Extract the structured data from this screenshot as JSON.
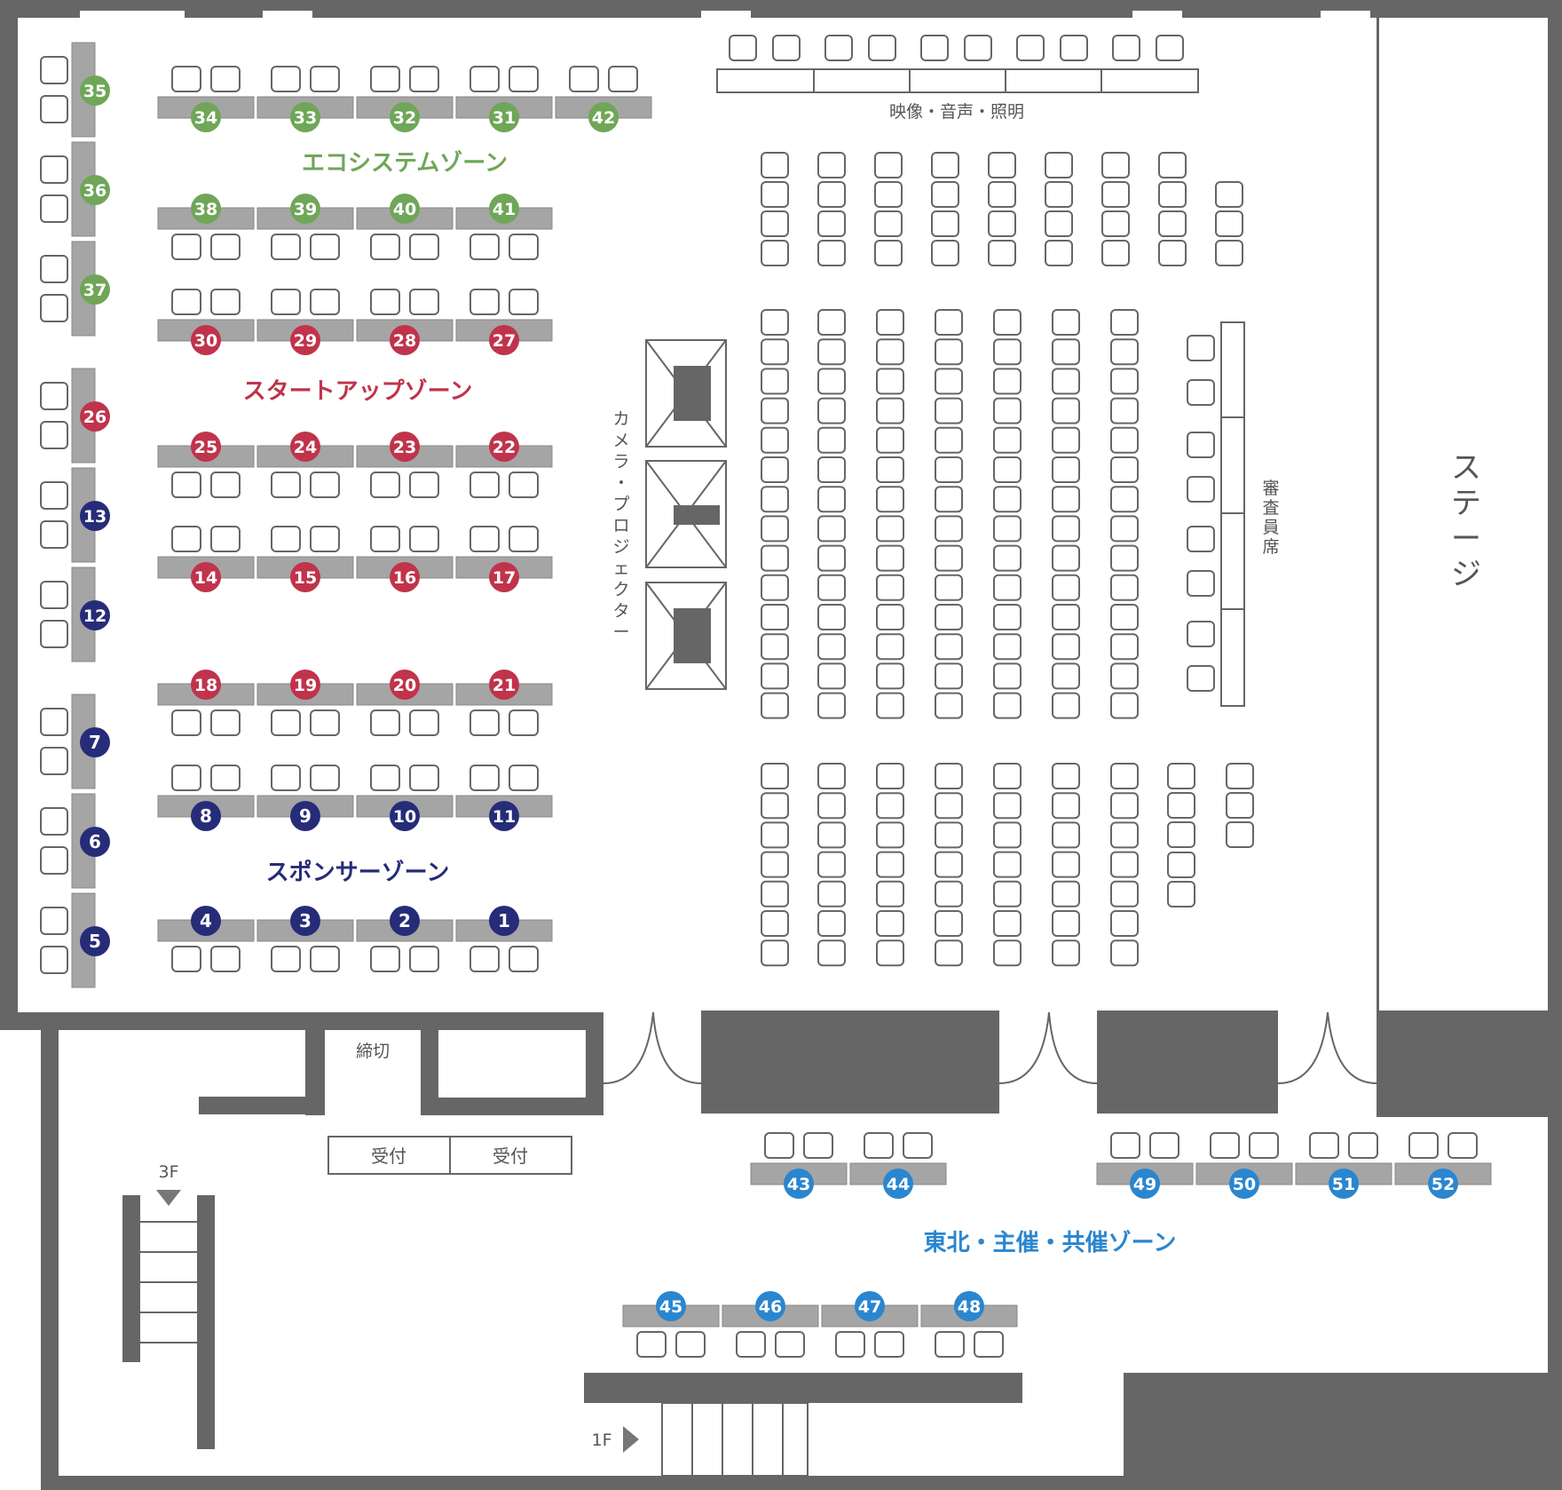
{
  "colors": {
    "wall": "#666666",
    "desk": "#a5a5a5",
    "chair_stroke": "#666666",
    "ecosystem": "#6fa657",
    "startup": "#c0334b",
    "sponsor": "#262c78",
    "tohoku": "#2a86cf"
  },
  "labels": {
    "av": "映像・音声・照明",
    "camera": "カメラ・プロジェクター",
    "judges": "審査員席",
    "stage": "ステージ",
    "deadline": "締切",
    "reception_1": "受付",
    "reception_2": "受付",
    "floor_3f": "3F",
    "floor_1f": "1F"
  },
  "zones": {
    "ecosystem": "エコシステムゾーン",
    "startup": "スタートアップゾーン",
    "sponsor": "スポンサーゾーン",
    "tohoku": "東北・主催・共催ゾーン"
  },
  "booths": {
    "ecosystem": [
      "34",
      "33",
      "32",
      "31",
      "42",
      "38",
      "39",
      "40",
      "41",
      "35",
      "36",
      "37"
    ],
    "startup": [
      "30",
      "29",
      "28",
      "27",
      "25",
      "24",
      "23",
      "22",
      "14",
      "15",
      "16",
      "17",
      "18",
      "19",
      "20",
      "21",
      "26"
    ],
    "sponsor": [
      "8",
      "9",
      "10",
      "11",
      "4",
      "3",
      "2",
      "1",
      "13",
      "12",
      "7",
      "6",
      "5"
    ],
    "tohoku": [
      "43",
      "44",
      "49",
      "50",
      "51",
      "52",
      "45",
      "46",
      "47",
      "48"
    ]
  }
}
